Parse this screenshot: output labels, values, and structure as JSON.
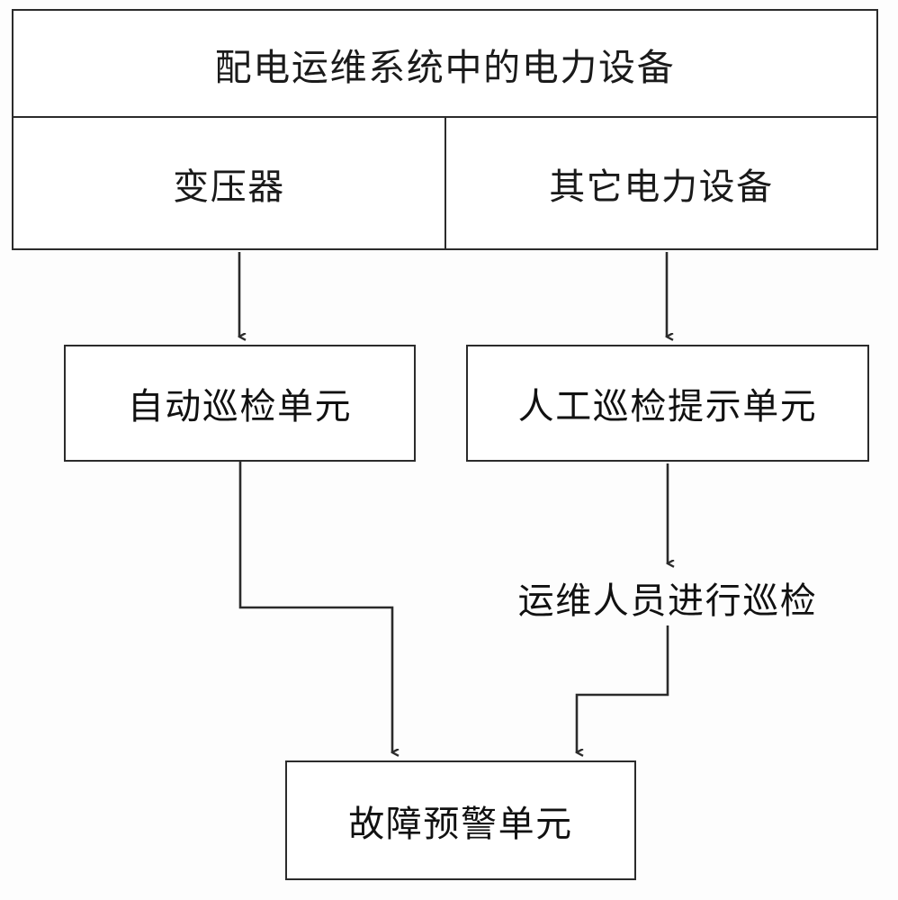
{
  "diagram": {
    "title": "配电运维系统中的电力设备",
    "type": "flowchart",
    "orientation": "top-down",
    "group": {
      "id": "power-equipment-group",
      "label": "配电运维系统中的电力设备",
      "children": [
        {
          "id": "transformer",
          "label": "变压器"
        },
        {
          "id": "other-equipment",
          "label": "其它电力设备"
        }
      ]
    },
    "nodes": [
      {
        "id": "auto-inspection",
        "label": "自动巡检单元",
        "shape": "rectangle"
      },
      {
        "id": "manual-inspection-prompt",
        "label": "人工巡检提示单元",
        "shape": "rectangle"
      },
      {
        "id": "staff-inspection",
        "label": "运维人员进行巡检",
        "shape": "none"
      },
      {
        "id": "fault-warning",
        "label": "故障预警单元",
        "shape": "rectangle"
      }
    ],
    "edges": [
      {
        "from": "transformer",
        "to": "auto-inspection",
        "arrow": "end"
      },
      {
        "from": "other-equipment",
        "to": "manual-inspection-prompt",
        "arrow": "end"
      },
      {
        "from": "manual-inspection-prompt",
        "to": "staff-inspection",
        "arrow": "end"
      },
      {
        "from": "auto-inspection",
        "to": "fault-warning",
        "arrow": "end"
      },
      {
        "from": "staff-inspection",
        "to": "fault-warning",
        "arrow": "end"
      }
    ],
    "style": {
      "line_color": "#2b2b2b",
      "background_color": "#fdfdfd",
      "text_color": "#111111"
    }
  }
}
